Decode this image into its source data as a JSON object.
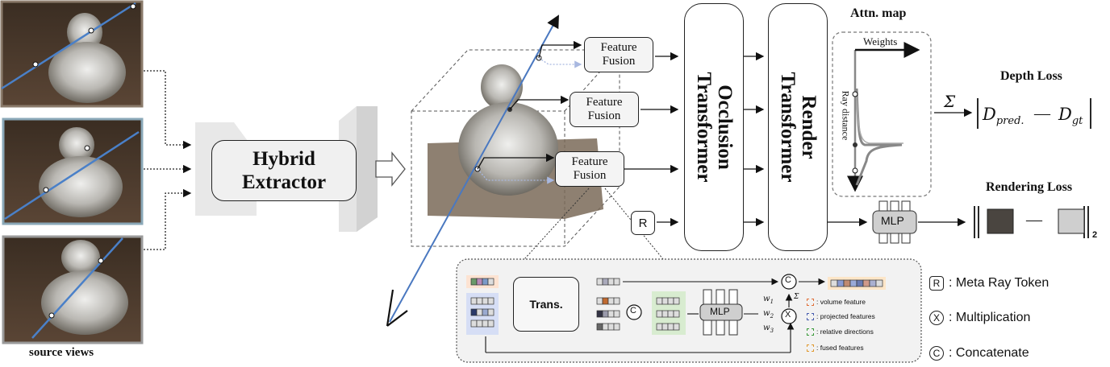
{
  "source_views_label": "source views",
  "extractor_label": "Hybrid Extractor",
  "feature_fusion_label": "Feature Fusion",
  "occlusion_transformer_label": "Occlusion Transformer",
  "render_transformer_label": "Render Transformer",
  "attn_map_title": "Attn. map",
  "weights_label": "Weights",
  "ray_distance_label": "Ray distance",
  "depth_loss_label": "Depth Loss",
  "sum_symbol": "Σ",
  "d_pred": "D",
  "d_pred_sub": "pred.",
  "d_gt": "D",
  "d_gt_sub": "gt",
  "minus": "—",
  "rendering_loss_label": "Rendering Loss",
  "norm_sub": "2",
  "mlp_label": "MLP",
  "r_token": "R",
  "trans_label": "Trans.",
  "concat_symbol": "C",
  "mult_symbol": "X",
  "w1": "w",
  "w1_sub": "1",
  "w2": "w",
  "w2_sub": "2",
  "w3": "w",
  "w3_sub": "3",
  "sigma_small": "Σ",
  "inner_legend": [
    {
      "label": ": volume feature",
      "color": "#e0703a"
    },
    {
      "label": ": projected features",
      "color": "#4a5fb0"
    },
    {
      "label": ": relative directions",
      "color": "#3a9a3a"
    },
    {
      "label": ": fused features",
      "color": "#e09a30"
    }
  ],
  "legend": [
    {
      "symbol": "R",
      "label": ": Meta Ray Token"
    },
    {
      "symbol": "X",
      "label": ": Multiplication"
    },
    {
      "symbol": "C",
      "label": ": Concatenate"
    }
  ]
}
